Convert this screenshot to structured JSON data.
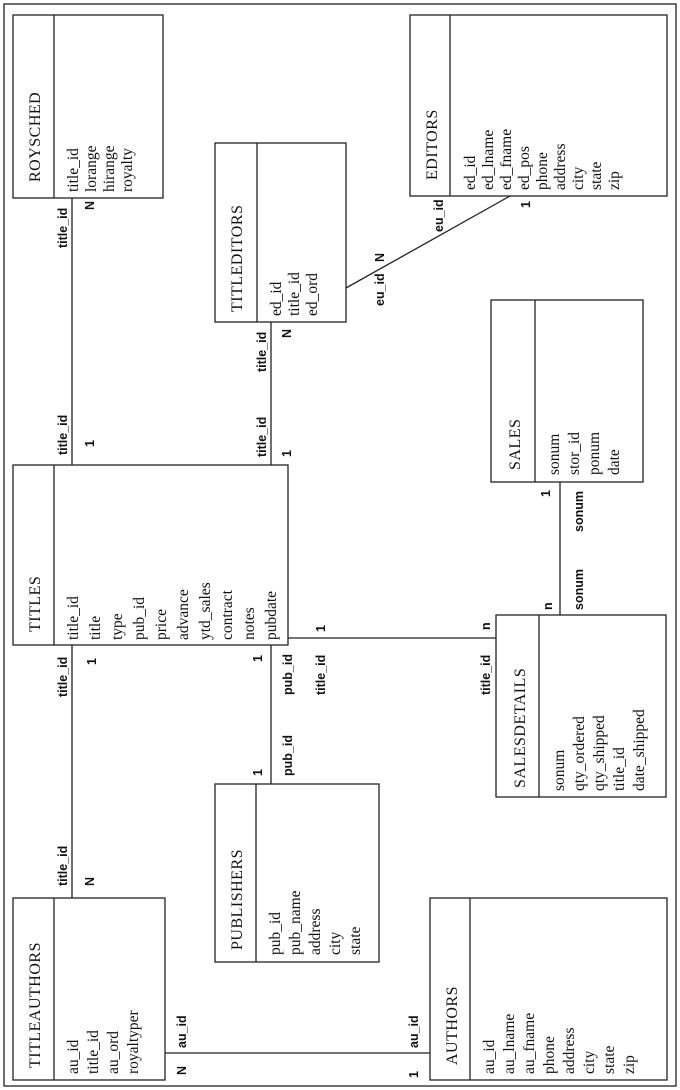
{
  "entities": {
    "roysched": {
      "title": "ROYSCHED",
      "fields": [
        "title_id",
        "lorange",
        "hirange",
        "royalty"
      ]
    },
    "editors": {
      "title": "EDITORS",
      "fields": [
        "ed_id",
        "ed_lname",
        "ed_fname",
        "ed_pos",
        "phone",
        "address",
        "city",
        "state",
        "zip"
      ]
    },
    "titleditors": {
      "title": "TITLEDITORS",
      "fields": [
        "ed_id",
        "title_id",
        "ed_ord"
      ]
    },
    "titles": {
      "title": "TITLES",
      "fields": [
        "title_id",
        "title",
        "type",
        "pub_id",
        "price",
        "advance",
        "ytd_sales",
        "contract",
        "notes",
        "pubdate"
      ]
    },
    "sales": {
      "title": "SALES",
      "fields": [
        "sonum",
        "stor_id",
        "ponum",
        "date"
      ]
    },
    "salesdetails": {
      "title": "SALESDETAILS",
      "fields": [
        "sonum",
        "qty_ordered",
        "qty_shipped",
        "title_id",
        "date_shipped"
      ]
    },
    "publishers": {
      "title": "PUBLISHERS",
      "fields": [
        "pub_id",
        "pub_name",
        "address",
        "city",
        "state"
      ]
    },
    "titleauthors": {
      "title": "TITLEAUTHORS",
      "fields": [
        "au_id",
        "title_id",
        "au_ord",
        "royaltyper"
      ]
    },
    "authors": {
      "title": "AUTHORS",
      "fields": [
        "au_id",
        "au_lname",
        "au_fname",
        "phone",
        "address",
        "city",
        "state",
        "zip"
      ]
    }
  },
  "relationships": {
    "titles_roysched": {
      "key_a": "title_id",
      "card_a": "1",
      "key_b": "title_id",
      "card_b": "N"
    },
    "titles_titleditors": {
      "key_a": "title_id",
      "card_a": "1",
      "key_b": "title_id",
      "card_b": "N"
    },
    "titleditors_editors": {
      "key_a": "eu_id",
      "card_a": "N",
      "key_b": "eu_id",
      "card_b": "1"
    },
    "titles_titleauthors": {
      "key_a": "title_id",
      "card_a": "1",
      "key_b": "title_id",
      "card_b": "N"
    },
    "titles_publishers": {
      "key_a": "pub_id",
      "card_a": "1",
      "key_b": "pub_id",
      "card_b": "1"
    },
    "titles_salesdetails": {
      "key_a": "title_id",
      "card_a": "1",
      "key_b": "title_id",
      "card_b": "n"
    },
    "salesdetails_sales": {
      "key_a": "sonum",
      "card_a": "n",
      "key_b": "sonum",
      "card_b": "1"
    },
    "titleauthors_authors": {
      "key_a": "au_id",
      "card_a": "N",
      "key_b": "au_id",
      "card_b": "1"
    }
  }
}
